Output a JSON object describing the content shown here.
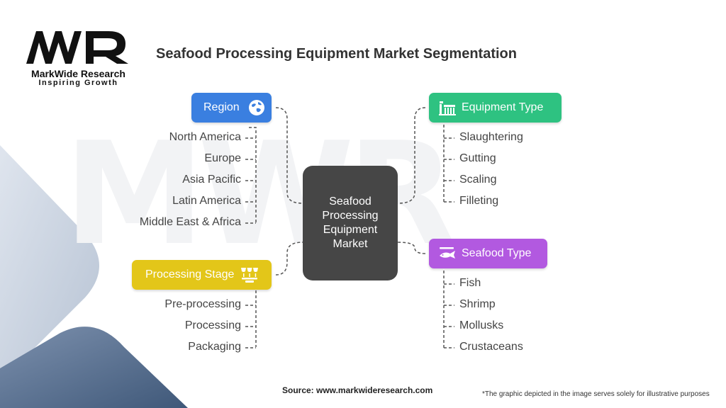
{
  "logo": {
    "mark": "MWR",
    "name": "MarkWide Research",
    "tagline": "Inspiring Growth"
  },
  "title": "Seafood Processing Equipment Market Segmentation",
  "center": {
    "label": "Seafood Processing Equipment Market"
  },
  "categories": {
    "region": {
      "label": "Region",
      "icon": "globe-icon",
      "color": "#3a7fe0",
      "items": [
        "North America",
        "Europe",
        "Asia Pacific",
        "Latin America",
        "Middle East & Africa"
      ]
    },
    "processing_stage": {
      "label": "Processing Stage",
      "icon": "processing-icon",
      "color": "#e3c619",
      "items": [
        "Pre-processing",
        "Processing",
        "Packaging"
      ]
    },
    "equipment_type": {
      "label": "Equipment Type",
      "icon": "factory-icon",
      "color": "#2ec281",
      "items": [
        "Slaughtering",
        "Gutting",
        "Scaling",
        "Filleting"
      ]
    },
    "seafood_type": {
      "label": "Seafood Type",
      "icon": "fish-icon",
      "color": "#b259e0",
      "items": [
        "Fish",
        "Shrimp",
        "Mollusks",
        "Crustaceans"
      ]
    }
  },
  "footer": {
    "source": "Source: www.markwideresearch.com",
    "disclaimer": "*The graphic depicted in the image serves solely for illustrative purposes"
  }
}
